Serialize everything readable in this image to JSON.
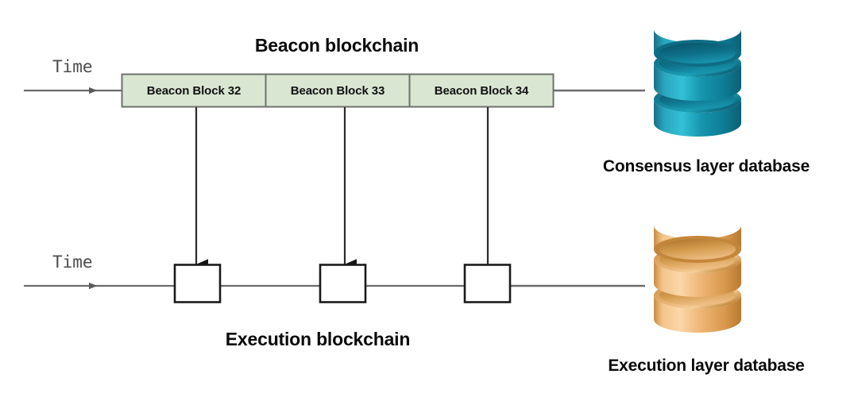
{
  "diagram": {
    "title_beacon": "Beacon blockchain",
    "title_execution": "Execution blockchain",
    "time_label_top": "Time",
    "time_label_bottom": "Time",
    "beacon_blocks": [
      {
        "label": "Beacon Block 32"
      },
      {
        "label": "Beacon Block 33"
      },
      {
        "label": "Beacon Block 34"
      }
    ],
    "execution_blocks": [
      {
        "label": ""
      },
      {
        "label": ""
      },
      {
        "label": ""
      }
    ],
    "databases": [
      {
        "name": "consensus-layer-database",
        "caption": "Consensus layer database",
        "color": "#1a9cb8"
      },
      {
        "name": "execution-layer-database",
        "caption": "Execution layer database",
        "color": "#eeb26a"
      }
    ],
    "connectors": [
      {
        "from": "Beacon Block 32",
        "to": "execution-block-1",
        "arrow": true
      },
      {
        "from": "Beacon Block 33",
        "to": "execution-block-2",
        "arrow": true
      },
      {
        "from": "Beacon Block 34",
        "to": "execution-block-3",
        "arrow": false
      }
    ],
    "colors": {
      "beacon_block_fill": "#d9e6d2",
      "beacon_block_stroke": "#707070",
      "execution_block_fill": "#ffffff",
      "execution_block_stroke": "#1a1a1a",
      "timeline": "#6b6b6b",
      "connector": "#2b2b2b",
      "consensus_db": "#1a9cb8",
      "execution_db": "#eeb26a",
      "background": "#ffffff"
    }
  }
}
